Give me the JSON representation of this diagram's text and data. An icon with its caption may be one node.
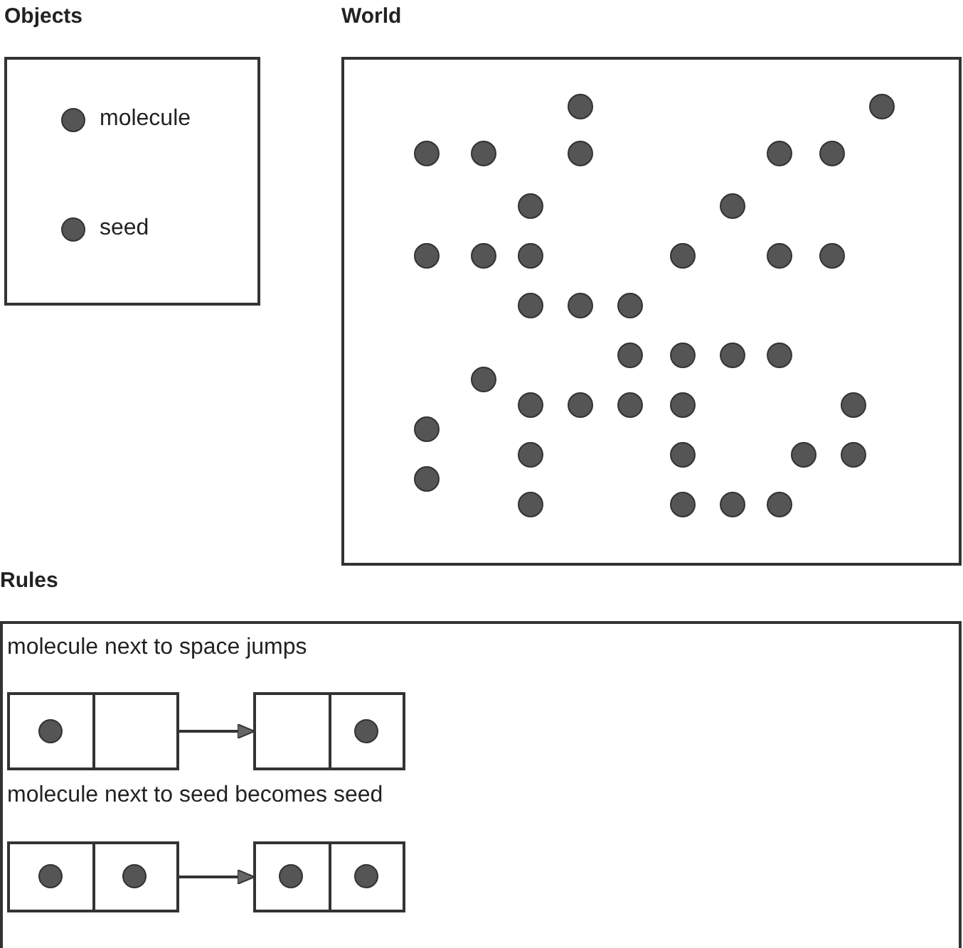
{
  "diagram": {
    "nodes": [
      {
        "text": [
          "Objects"
        ]
      },
      {
        "text": [
          "World"
        ]
      },
      {
        "text": [
          "Rules"
        ]
      },
      {
        "text": [],
        "shape": "box",
        "in": 2
      },
      {
        "text": [],
        "shape": "box",
        "in": 2
      },
      {
        "text": [],
        "shape": "box",
        "in": 2
      },
      {
        "text": [],
        "shape": "box",
        "in": 2
      }
    ],
    "edges": [
      {
        "from": 3,
        "to": 4,
        "arrow": "to"
      },
      {
        "from": 5,
        "to": 6,
        "arrow": "to"
      }
    ],
    "labels": [
      "molecule next to space jumps",
      "molecule next to seed becomes seed"
    ],
    "legend": [
      {
        "text": "molecule"
      },
      {
        "text": "seed"
      }
    ]
  }
}
